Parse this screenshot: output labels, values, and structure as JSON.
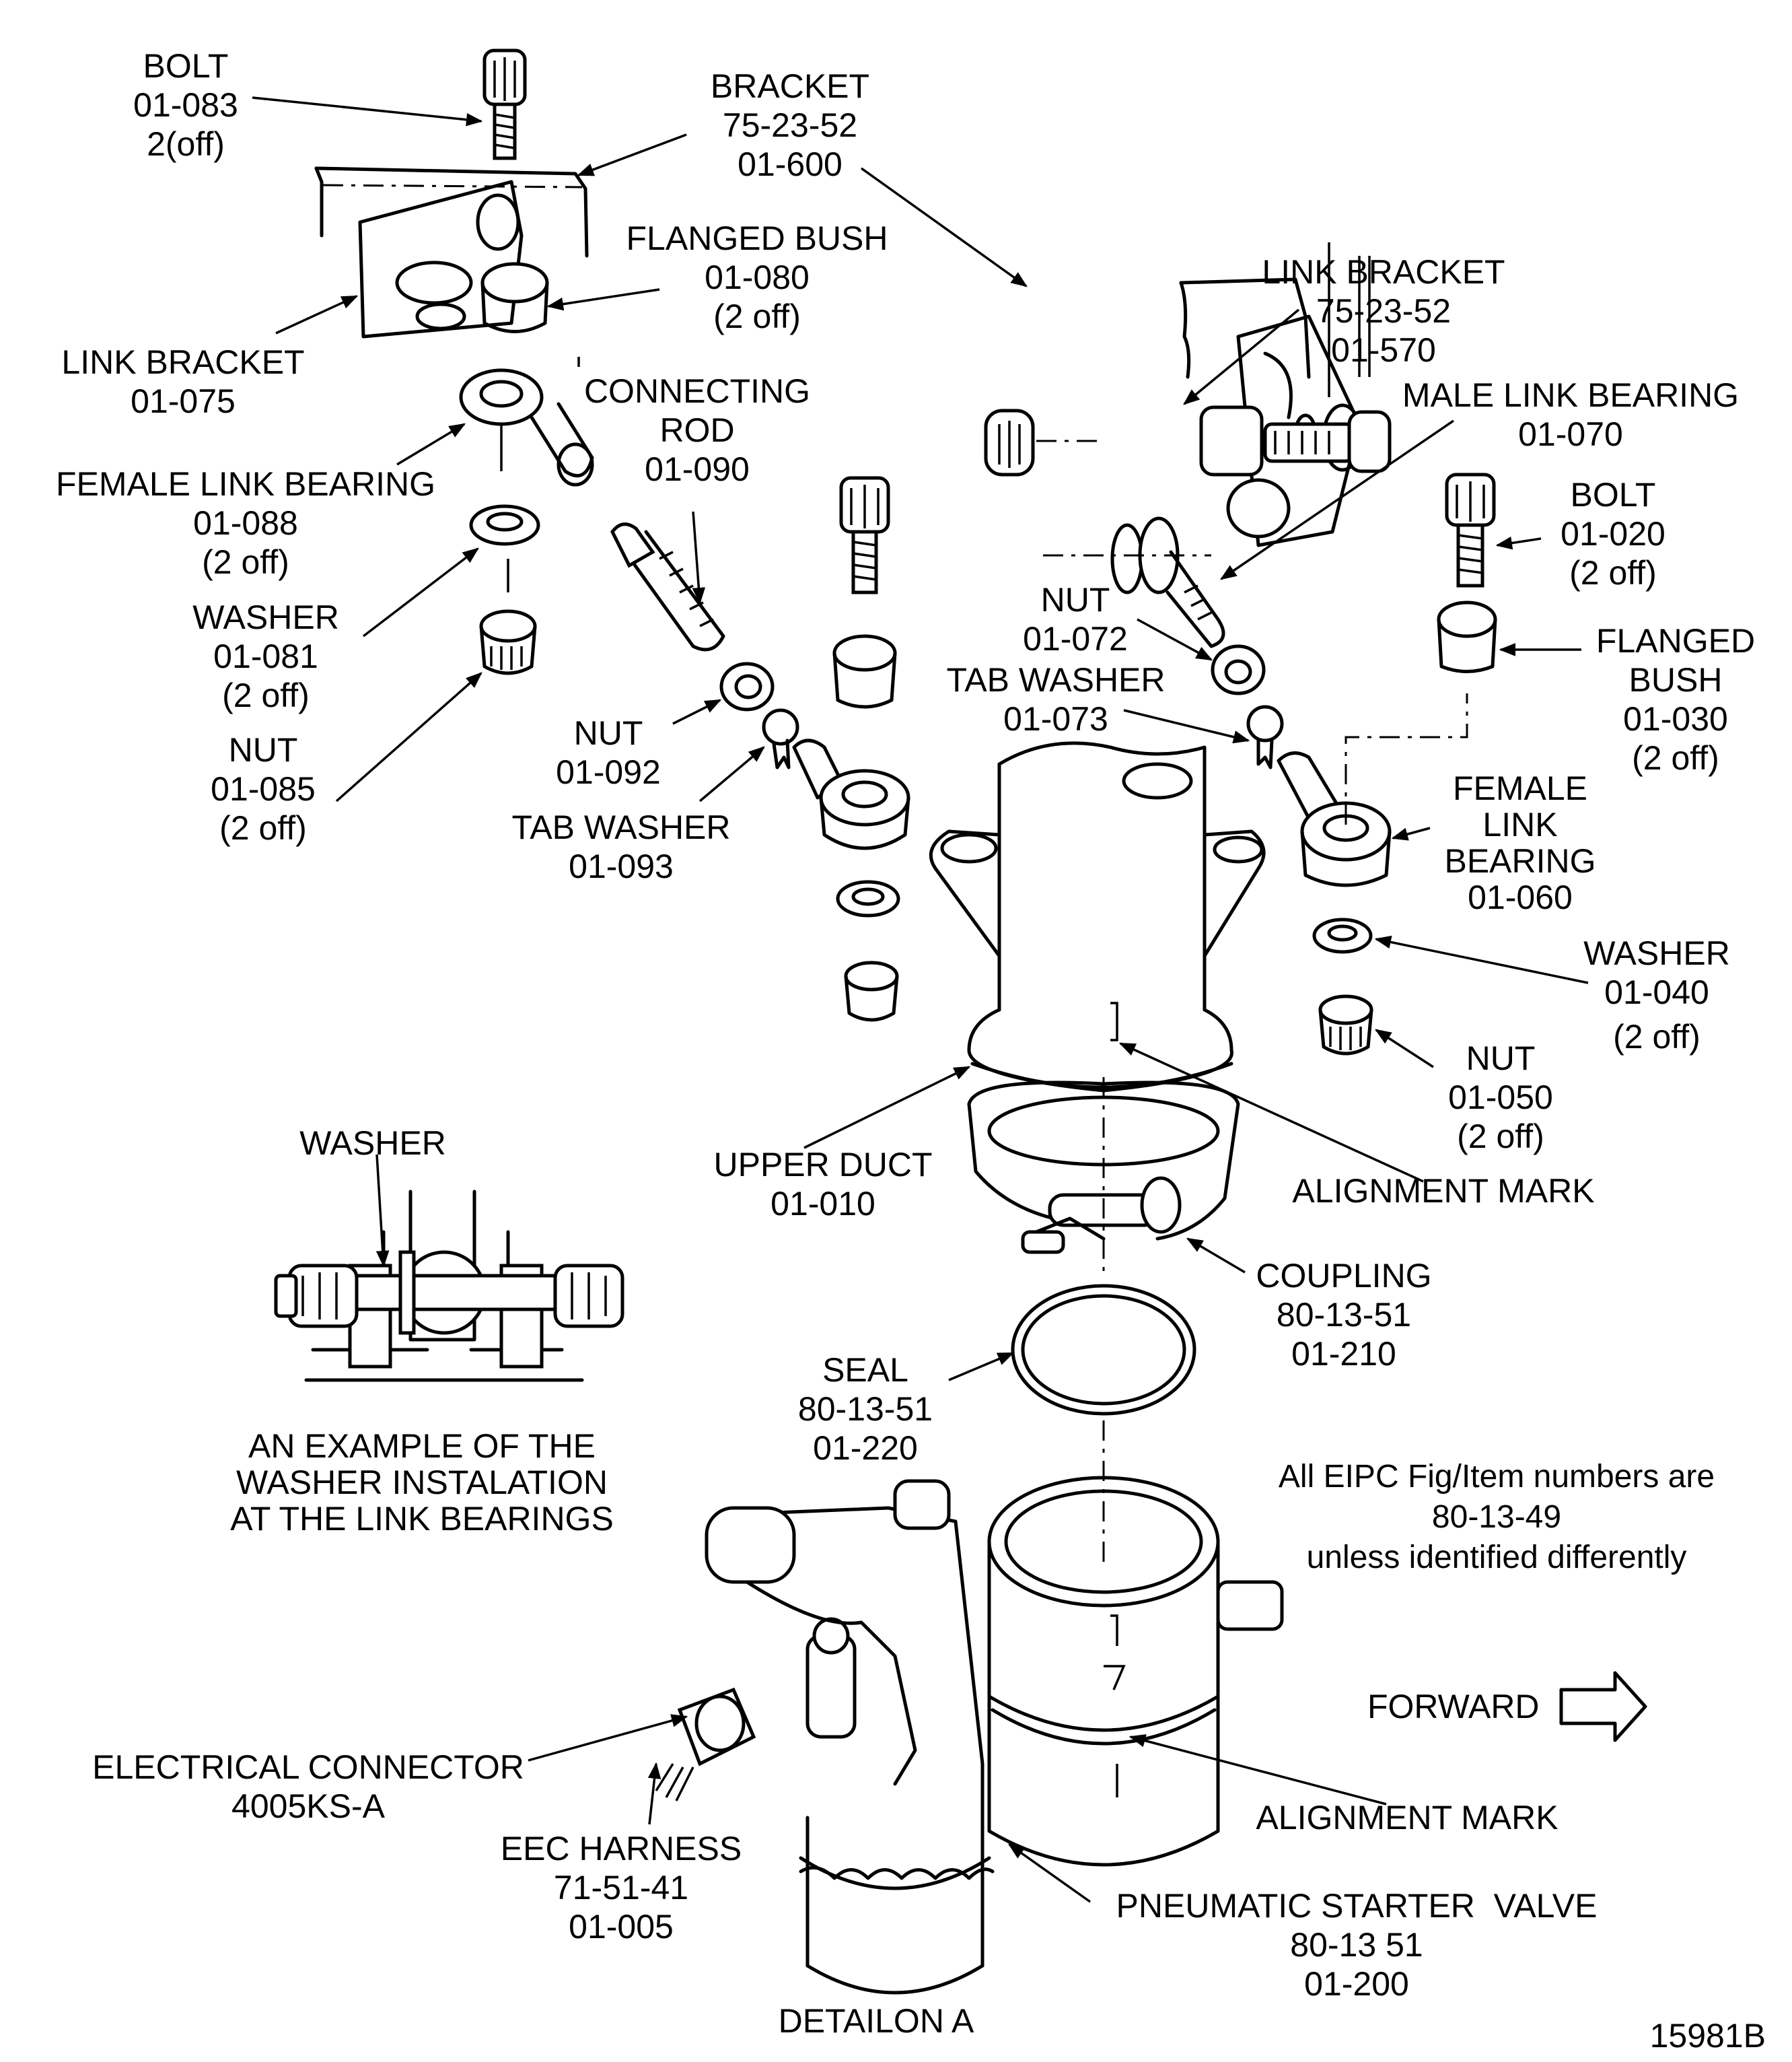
{
  "figure": {
    "id": "15981B",
    "detail_title": "DETAILON A",
    "note": [
      "All EIPC Fig/Item numbers are",
      "80-13-49",
      "unless identified differently"
    ],
    "direction": {
      "label": "FORWARD",
      "icon": "arrow-right-outline-icon"
    }
  },
  "callouts": {
    "bolt_083": [
      "BOLT",
      "01-083",
      "2(off)"
    ],
    "bracket_600": [
      "BRACKET",
      "75-23-52",
      "01-600"
    ],
    "flanged_bush_080": [
      "FLANGED BUSH",
      "01-080",
      "(2 off)"
    ],
    "link_bracket_075": [
      "LINK BRACKET",
      "01-075"
    ],
    "connecting_rod_090": [
      "CONNECTING",
      "ROD",
      "01-090"
    ],
    "female_link_bearing_088": [
      "FEMALE LINK BEARING",
      "01-088",
      "(2 off)"
    ],
    "washer_081": [
      "WASHER",
      "01-081",
      "(2 off)"
    ],
    "nut_085": [
      "NUT",
      "01-085",
      "(2 off)"
    ],
    "nut_092": [
      "NUT",
      "01-092"
    ],
    "tab_washer_093": [
      "TAB WASHER",
      "01-093"
    ],
    "link_bracket_570": [
      "LINK BRACKET",
      "75-23-52",
      "01-570"
    ],
    "male_link_bearing_070": [
      "MALE LINK BEARING",
      "01-070"
    ],
    "bolt_020": [
      "BOLT",
      "01-020",
      "(2 off)"
    ],
    "nut_072": [
      "NUT",
      "01-072"
    ],
    "tab_washer_073": [
      "TAB WASHER",
      "01-073"
    ],
    "flanged_bush_030": [
      "FLANGED",
      "BUSH",
      "01-030",
      "(2 off)"
    ],
    "female_link_bearing_060": [
      "FEMALE",
      "LINK",
      "BEARING",
      "01-060"
    ],
    "washer_040": [
      "WASHER",
      "01-040",
      "(2 off)"
    ],
    "nut_050": [
      "NUT",
      "01-050",
      "(2 off)"
    ],
    "upper_duct_010": [
      "UPPER DUCT",
      "01-010"
    ],
    "alignment_mark_upper": [
      "ALIGNMENT MARK"
    ],
    "coupling_210": [
      "COUPLING",
      "80-13-51",
      "01-210"
    ],
    "seal_220": [
      "SEAL",
      "80-13-51",
      "01-220"
    ],
    "electrical_connector": [
      "ELECTRICAL CONNECTOR",
      "4005KS-A"
    ],
    "eec_harness_005": [
      "EEC HARNESS",
      "71-51-41",
      "01-005"
    ],
    "alignment_mark_lower": [
      "ALIGNMENT MARK"
    ],
    "pneumatic_starter_valve_200": [
      "PNEUMATIC STARTER  VALVE",
      "80-13 51",
      "01-200"
    ]
  },
  "inset": {
    "washer_label": "WASHER",
    "caption": [
      "AN EXAMPLE OF THE",
      "WASHER INSTALATION",
      "AT THE LINK BEARINGS"
    ]
  }
}
